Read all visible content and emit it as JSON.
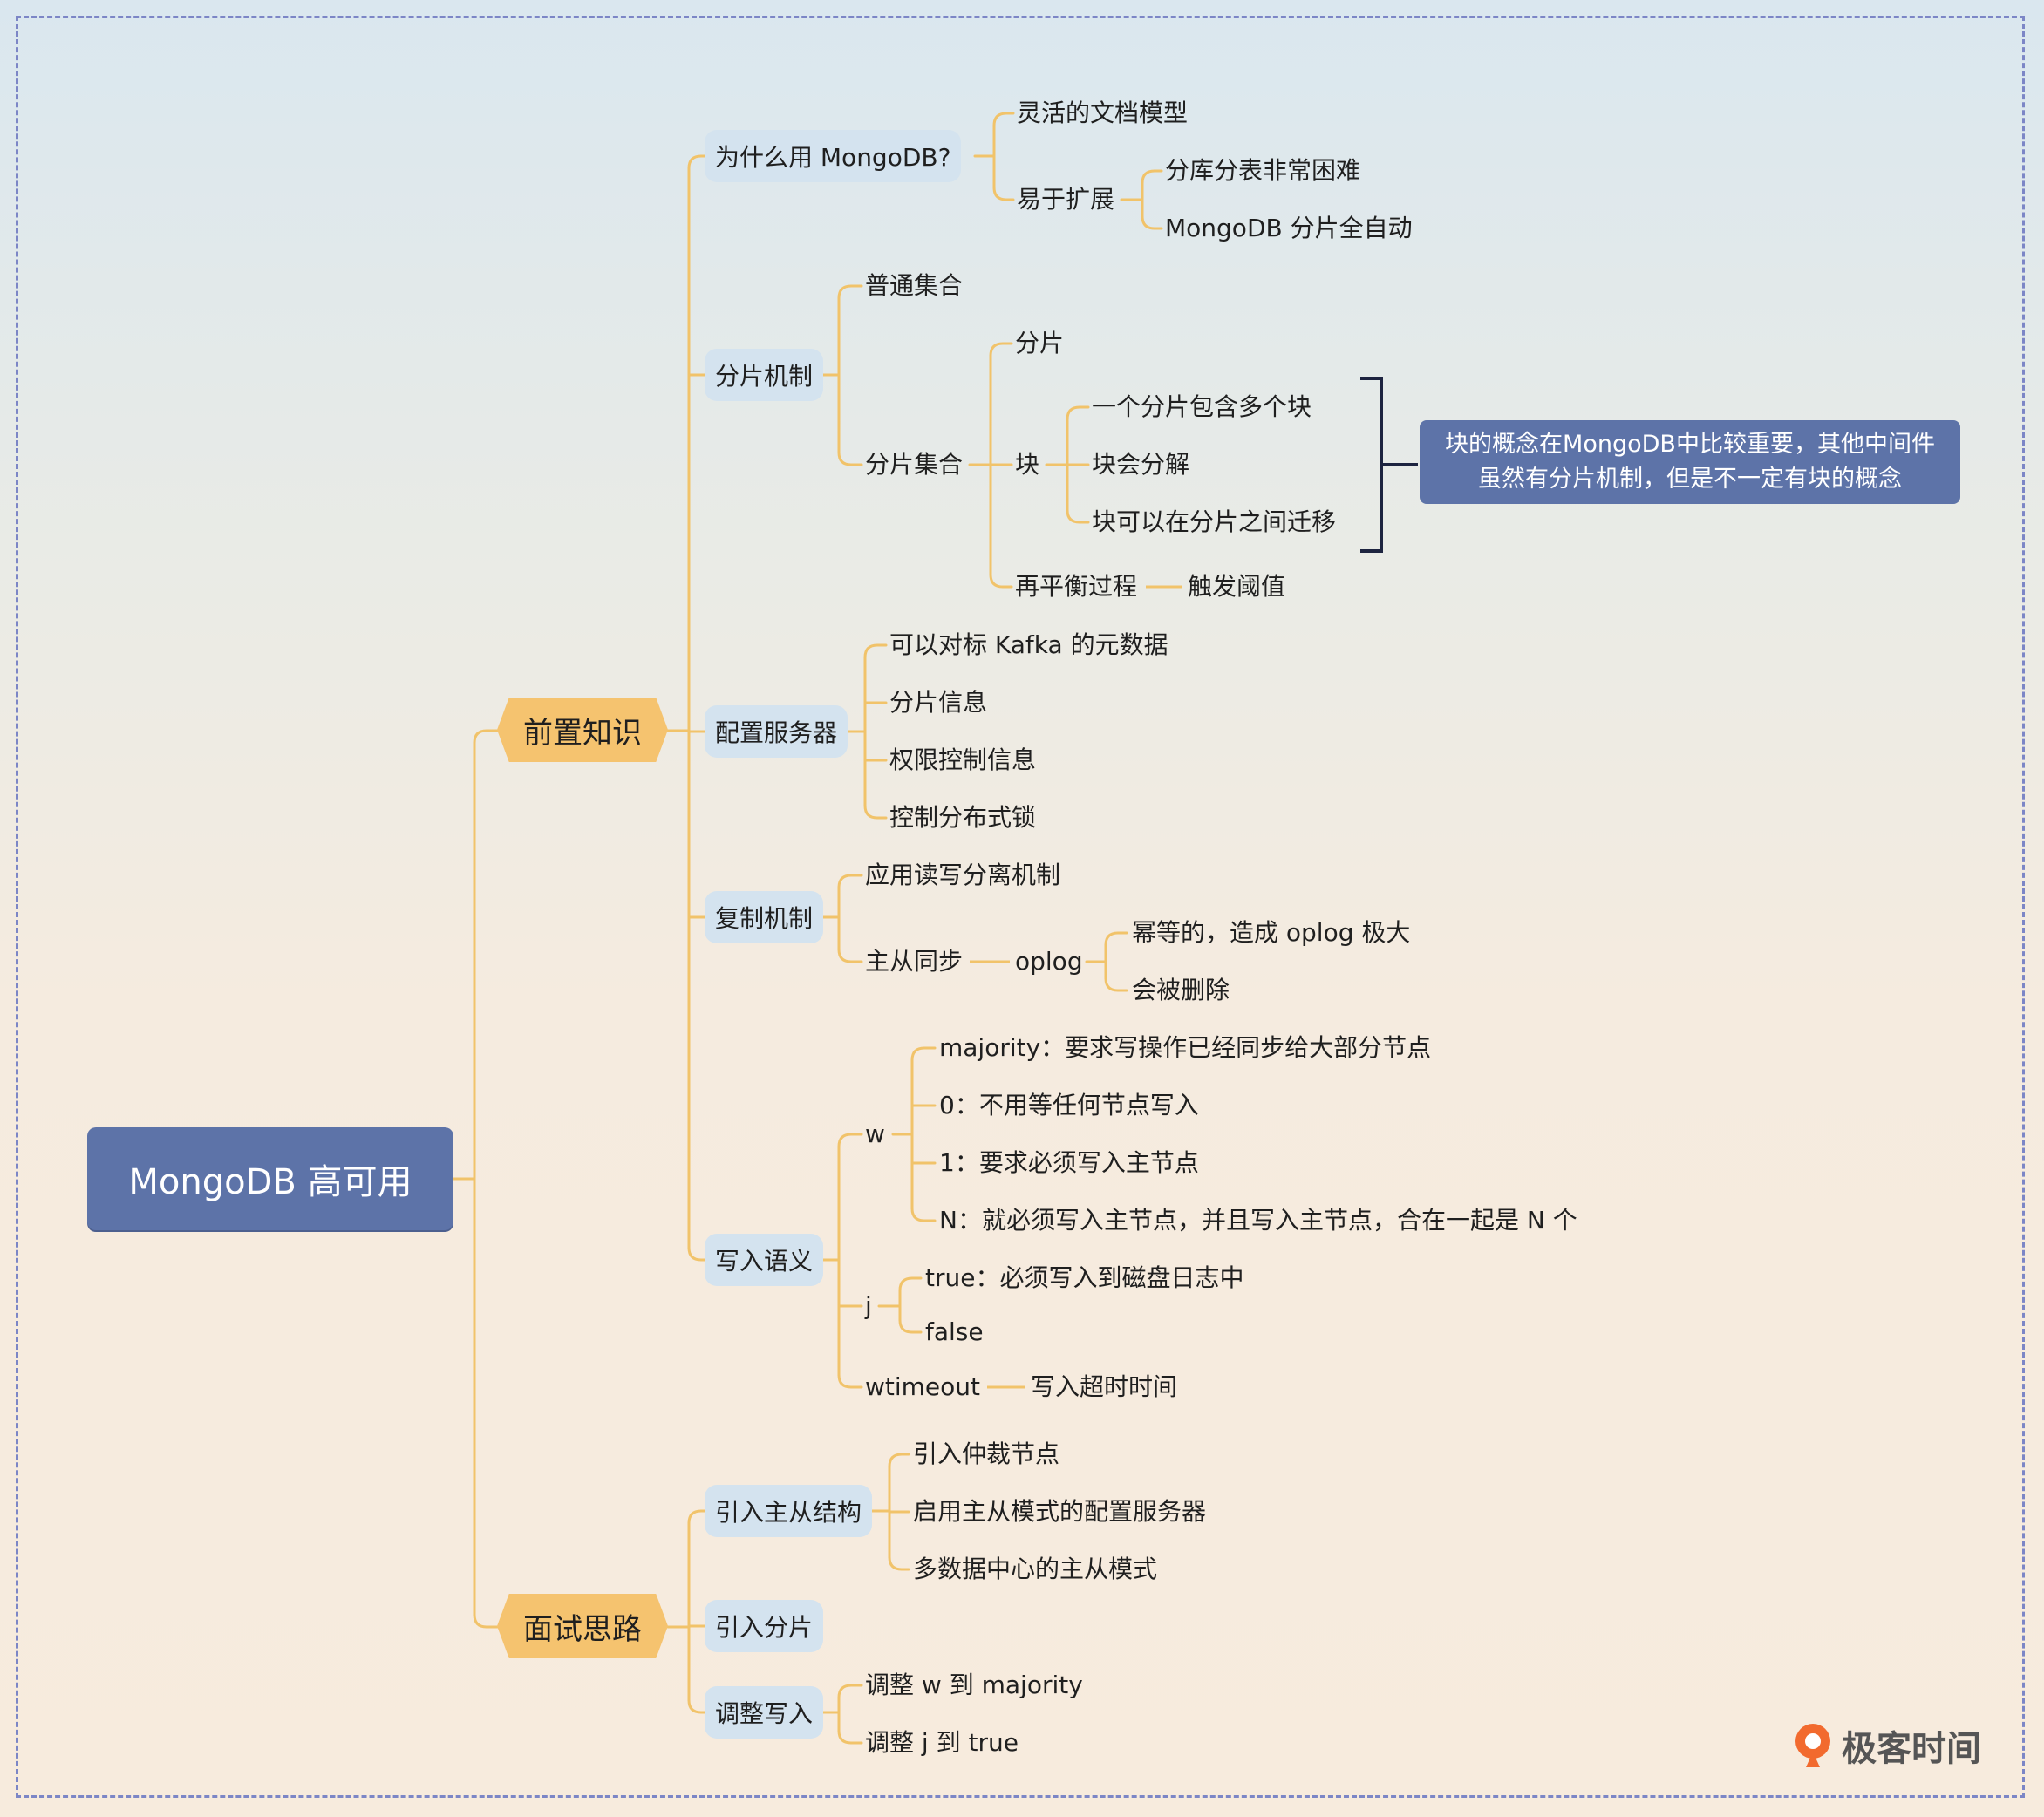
{
  "root": "MongoDB 高可用",
  "branches": {
    "prerequisite": {
      "label": "前置知识",
      "why": {
        "label": "为什么用 MongoDB?",
        "flexible": "灵活的文档模型",
        "scaling": {
          "label": "易于扩展",
          "items": [
            "分库分表非常困难",
            "MongoDB 分片全自动"
          ]
        }
      },
      "sharding": {
        "label": "分片机制",
        "normal_collection": "普通集合",
        "sharded_collection": {
          "label": "分片集合",
          "shard": "分片",
          "chunk": {
            "label": "块",
            "items": [
              "一个分片包含多个块",
              "块会分解",
              "块可以在分片之间迁移"
            ]
          },
          "rebalance": {
            "label": "再平衡过程",
            "trigger": "触发阈值"
          }
        }
      },
      "config_server": {
        "label": "配置服务器",
        "items": [
          "可以对标 Kafka 的元数据",
          "分片信息",
          "权限控制信息",
          "控制分布式锁"
        ]
      },
      "replication": {
        "label": "复制机制",
        "rw_split": "应用读写分离机制",
        "sync": {
          "label": "主从同步",
          "oplog": {
            "label": "oplog",
            "items": [
              "幂等的，造成 oplog 极大",
              "会被删除"
            ]
          }
        }
      },
      "write_concern": {
        "label": "写入语义",
        "w": {
          "label": "w",
          "items": [
            "majority：要求写操作已经同步给大部分节点",
            "0：不用等任何节点写入",
            "1：要求必须写入主节点",
            "N：就必须写入主节点，并且写入主节点，合在一起是 N 个"
          ]
        },
        "j": {
          "label": "j",
          "items": [
            "true：必须写入到磁盘日志中",
            "false"
          ]
        },
        "wtimeout": {
          "label": "wtimeout",
          "desc": "写入超时时间"
        }
      }
    },
    "interview": {
      "label": "面试思路",
      "master_slave": {
        "label": "引入主从结构",
        "items": [
          "引入仲裁节点",
          "启用主从模式的配置服务器",
          "多数据中心的主从模式"
        ]
      },
      "introduce_sharding": "引入分片",
      "adjust_write": {
        "label": "调整写入",
        "items": [
          "调整 w 到 majority",
          "调整 j 到 true"
        ]
      }
    }
  },
  "note": {
    "line1": "块的概念在MongoDB中比较重要，其他中间件",
    "line2": "虽然有分片机制，但是不一定有块的概念"
  },
  "brand": {
    "text": "极客时间",
    "icon": "geektime-logo-icon"
  },
  "colors": {
    "root": "#5d73a8",
    "primary": "#f5c36f",
    "pill": "#d4e3ef",
    "line": "#f1c36a",
    "frame": "#7c86c6"
  }
}
